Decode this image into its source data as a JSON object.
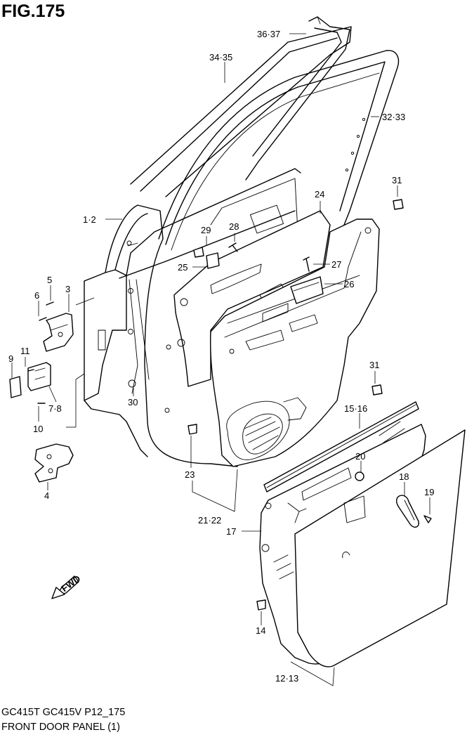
{
  "figure": {
    "title": "FIG.175",
    "model_line": "GC415T GC415V P12_175",
    "caption": "FRONT DOOR PANEL (1)",
    "direction_label": "FWD"
  },
  "callouts": [
    {
      "id": "c-36-37",
      "text": "36·37"
    },
    {
      "id": "c-34-35",
      "text": "34·35"
    },
    {
      "id": "c-32-33",
      "text": "32·33"
    },
    {
      "id": "c-31a",
      "text": "31"
    },
    {
      "id": "c-24",
      "text": "24"
    },
    {
      "id": "c-1-2",
      "text": "1·2"
    },
    {
      "id": "c-29",
      "text": "29"
    },
    {
      "id": "c-28",
      "text": "28"
    },
    {
      "id": "c-27",
      "text": "27"
    },
    {
      "id": "c-25",
      "text": "25"
    },
    {
      "id": "c-26",
      "text": "26"
    },
    {
      "id": "c-5",
      "text": "5"
    },
    {
      "id": "c-3",
      "text": "3"
    },
    {
      "id": "c-6",
      "text": "6"
    },
    {
      "id": "c-11",
      "text": "11"
    },
    {
      "id": "c-9",
      "text": "9"
    },
    {
      "id": "c-7-8",
      "text": "7·8"
    },
    {
      "id": "c-10",
      "text": "10"
    },
    {
      "id": "c-31b",
      "text": "31"
    },
    {
      "id": "c-30",
      "text": "30"
    },
    {
      "id": "c-15-16",
      "text": "15·16"
    },
    {
      "id": "c-4",
      "text": "4"
    },
    {
      "id": "c-20",
      "text": "20"
    },
    {
      "id": "c-23",
      "text": "23"
    },
    {
      "id": "c-18",
      "text": "18"
    },
    {
      "id": "c-19",
      "text": "19"
    },
    {
      "id": "c-21-22",
      "text": "21·22"
    },
    {
      "id": "c-17",
      "text": "17"
    },
    {
      "id": "c-14",
      "text": "14"
    },
    {
      "id": "c-12-13",
      "text": "12·13"
    }
  ]
}
